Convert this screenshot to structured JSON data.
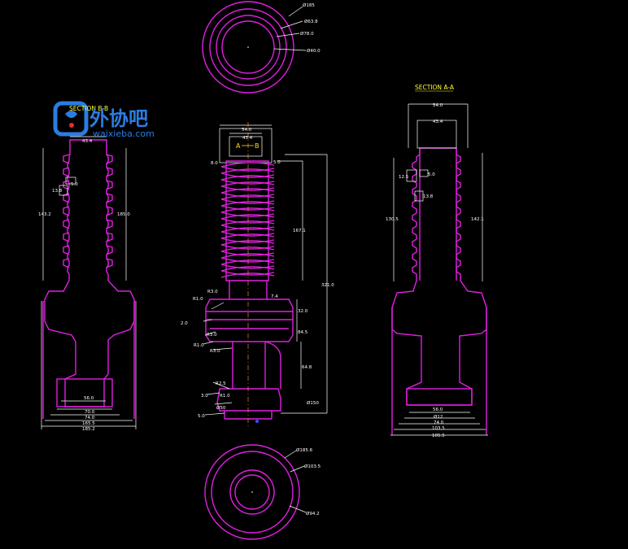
{
  "titles": {
    "section_aa": "SECTION A-A",
    "section_b": "SECTION B-B"
  },
  "logo": {
    "brand": "外协吧",
    "url": "waixieba.com"
  },
  "section_marks": {
    "a": "A",
    "b": "B"
  },
  "top_view": {
    "d1": "Ø185",
    "d2": "Ø63.8",
    "d3": "Ø78.0",
    "d4": "Ø40.0"
  },
  "bottom_view": {
    "d1": "Ø185.6",
    "d2": "Ø103.5",
    "d3": "Ø94.2"
  },
  "left_view": {
    "top": "43.4",
    "thread": "5.0",
    "pitch": "13.8",
    "len_l": "143.2",
    "len_r": "185.0",
    "bot1": "56.0",
    "bot2": "70.0",
    "bot3": "74.0",
    "bot4": "165.5",
    "bot5": "185.2"
  },
  "center_view": {
    "top1": "54.0",
    "top2": "43.4",
    "side_l": "8.0",
    "side_r": "5.0",
    "len_thread": "167.1",
    "len_total": "321.0",
    "r1": "R3.0",
    "r2": "R1.0",
    "r3": "R3.0",
    "r4": "R1.0",
    "r5": "R3.0",
    "r6": "R2.5",
    "r7": "R1.0",
    "h1": "2.0",
    "h2": "7.4",
    "h3": "32.0",
    "h4": "84.5",
    "h5": "64.8",
    "h6": "3.0",
    "d1": "Ø50",
    "d2": "Ø150",
    "d3": "5.0"
  },
  "right_view": {
    "top1": "54.0",
    "top2": "43.4",
    "pitch1": "12.5",
    "pitch2": "5.0",
    "pitch3": "13.8",
    "len_l": "130.5",
    "len_r": "142.1",
    "bot1": "56.0",
    "bot2": "Ø12",
    "bot3": "74.0",
    "bot4": "103.5",
    "bot5": "105.5"
  }
}
